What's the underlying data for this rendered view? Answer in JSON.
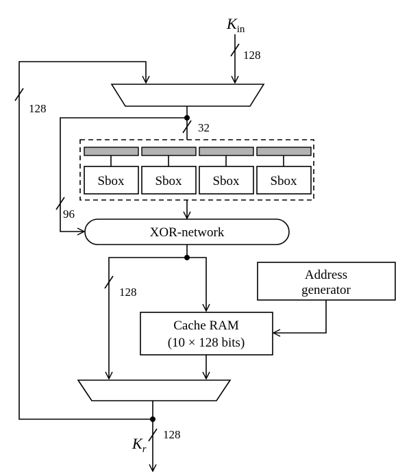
{
  "inputs": {
    "key_in_base": "K",
    "key_in_sub": "in",
    "key_in_width": "128"
  },
  "feedback": {
    "width": "128"
  },
  "mux_top": {
    "out_width": "32"
  },
  "sbox_array": {
    "labels": [
      "Sbox",
      "Sbox",
      "Sbox",
      "Sbox"
    ]
  },
  "xor": {
    "label": "XOR-network",
    "in_width": "96"
  },
  "cache": {
    "line1": "Cache RAM",
    "line2": "(10 × 128 bits)",
    "bypass_width": "128"
  },
  "address_generator": {
    "line1": "Address",
    "line2": "generator"
  },
  "output": {
    "key_out_base": "K",
    "key_out_sub": "r",
    "width": "128"
  },
  "colors": {
    "line": "#000000",
    "register_fill": "#b3b3b3",
    "background": "#ffffff"
  }
}
